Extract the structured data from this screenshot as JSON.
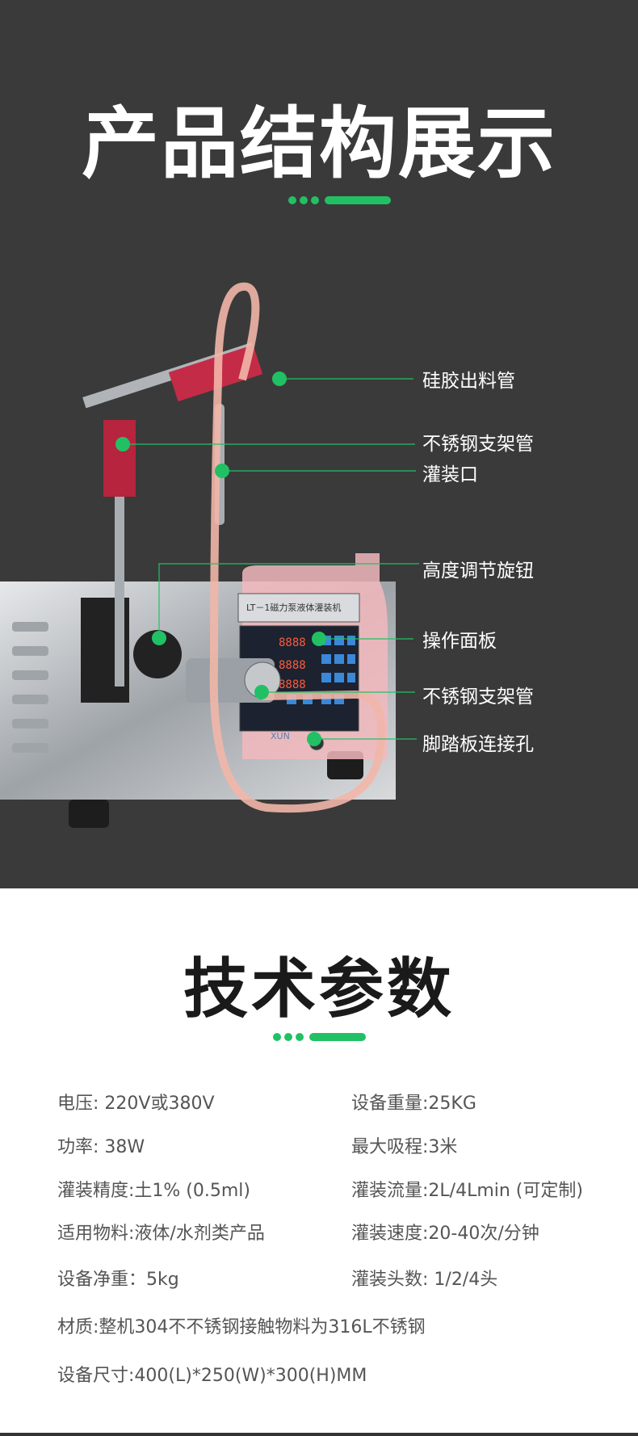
{
  "structure_section": {
    "title": "产品结构展示",
    "accent_color": "#22c064",
    "background_color": "#3a3a3a",
    "machine_panel_title": "LT－1磁力泵液体灌装机",
    "machine_brand": "XUN",
    "callouts": [
      {
        "label": "硅胶出料管"
      },
      {
        "label": "不锈钢支架管"
      },
      {
        "label": "灌装口"
      },
      {
        "label": "高度调节旋钮"
      },
      {
        "label": "操作面板"
      },
      {
        "label": "不锈钢支架管"
      },
      {
        "label": "脚踏板连接孔"
      }
    ]
  },
  "specs_section": {
    "title": "技术参数",
    "left": [
      "电压: 220V或380V",
      "功率: 38W",
      "灌装精度:土1% (0.5ml)",
      "适用物料:液体/水剂类产品",
      "设备净重：5kg"
    ],
    "right": [
      "设备重量:25KG",
      "最大吸程:3米",
      "灌装流量:2L/4Lmin (可定制)",
      "灌装速度:20-40次/分钟",
      "灌装头数: 1/2/4头"
    ],
    "full": [
      "材质:整机304不不锈钢接触物料为316L不锈钢",
      "设备尺寸:400(L)*250(W)*300(H)MM"
    ]
  }
}
